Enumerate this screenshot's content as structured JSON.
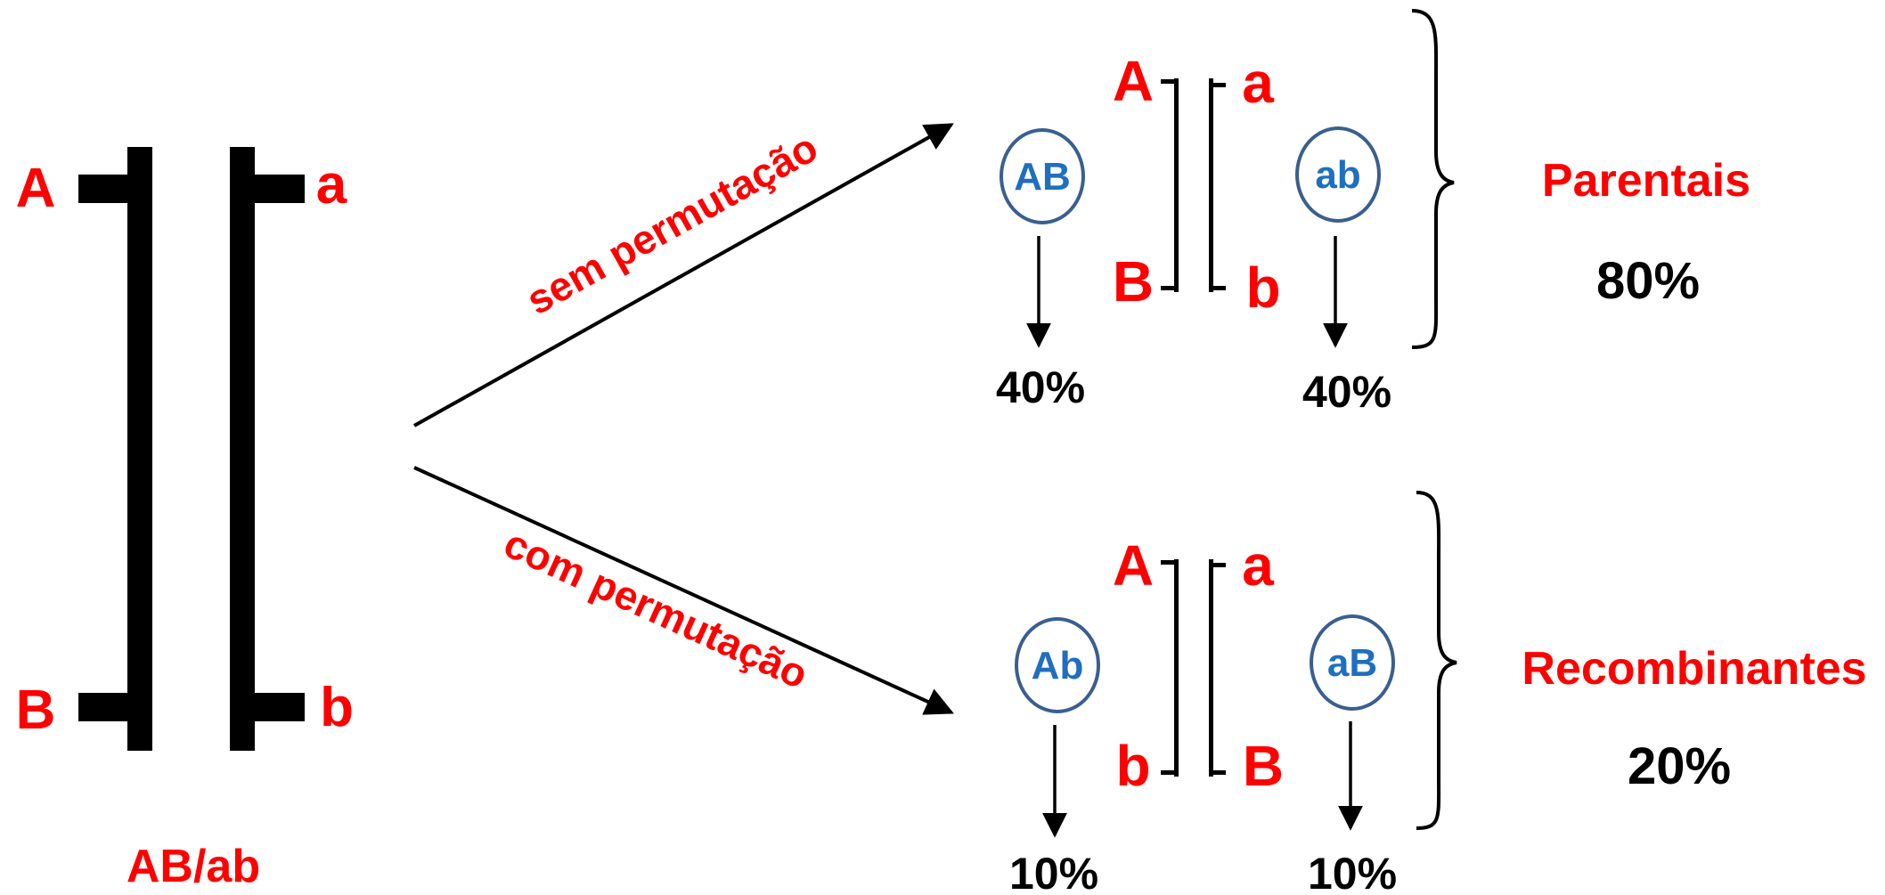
{
  "parent": {
    "left_top": "A",
    "right_top": "a",
    "left_bottom": "B",
    "right_bottom": "b",
    "genotype": "AB/ab"
  },
  "arrows": {
    "upper_label": "sem permutação",
    "lower_label": "com permutação"
  },
  "parental": {
    "chrom_left_top": "A",
    "chrom_right_top": "a",
    "chrom_left_bottom": "B",
    "chrom_right_bottom": "b",
    "gamete_1": "AB",
    "gamete_2": "ab",
    "pct_1": "40%",
    "pct_2": "40%",
    "group_label": "Parentais",
    "group_pct": "80%"
  },
  "recombinant": {
    "chrom_left_top": "A",
    "chrom_right_top": "a",
    "chrom_left_bottom": "b",
    "chrom_right_bottom": "B",
    "gamete_1": "Ab",
    "gamete_2": "aB",
    "pct_1": "10%",
    "pct_2": "10%",
    "group_label": "Recombinantes",
    "group_pct": "20%"
  },
  "colors": {
    "label_red": "#ff0000",
    "gamete_blue": "#1f6fbf",
    "circle_stroke": "#3a5f8f",
    "line_black": "#000000"
  }
}
